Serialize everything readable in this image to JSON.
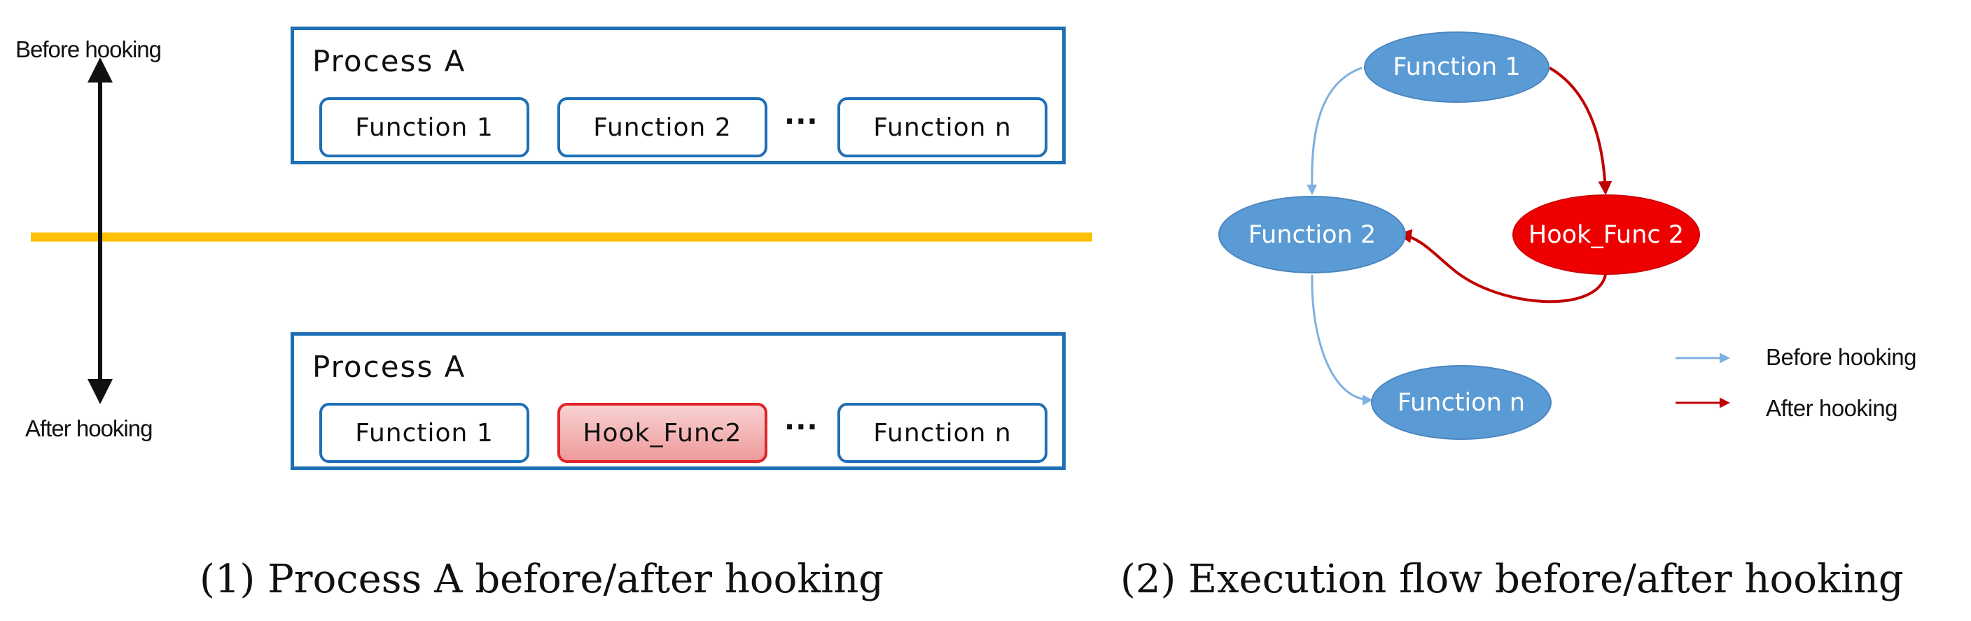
{
  "left_panel": {
    "before_label": "Before hooking",
    "after_label": "After hooking",
    "process_before": {
      "title": "Process A",
      "functions": [
        "Function 1",
        "Function 2",
        "Function n"
      ],
      "ellipsis": "···"
    },
    "process_after": {
      "title": "Process A",
      "functions": [
        "Function 1",
        "Hook_Func2",
        "Function n"
      ],
      "ellipsis": "···"
    },
    "caption": "(1) Process A before/after hooking"
  },
  "right_panel": {
    "nodes": {
      "function1": "Function 1",
      "function2": "Function 2",
      "hook_func2": "Hook_Func 2",
      "function_n": "Function n"
    },
    "legend": {
      "before": "Before hooking",
      "after": "After hooking"
    },
    "caption": "(2) Execution flow before/after hooking"
  },
  "colors": {
    "box_border": "#1f6fb5",
    "hook_border": "#e0252b",
    "divider": "#ffc000",
    "node_blue": "#5b9bd5",
    "node_red": "#ee0000",
    "arrow_before": "#7fb0e0",
    "arrow_after": "#c00000"
  }
}
